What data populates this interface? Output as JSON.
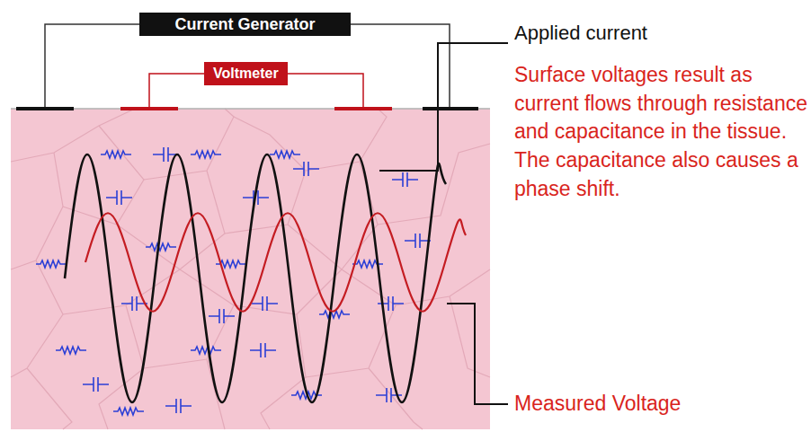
{
  "diagram": {
    "nodes": [
      {
        "text": [
          "Current Generator"
        ]
      },
      {
        "text": [
          "Voltmeter"
        ]
      }
    ],
    "labels": [
      "Applied current",
      "Surface voltages result as current flows through resistance and capacitance in the tissue. The capacitance also causes a phase shift.",
      "Measured Voltage"
    ]
  }
}
